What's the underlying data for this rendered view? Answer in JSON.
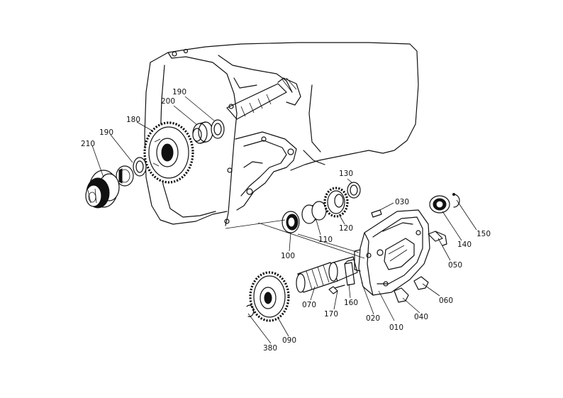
{
  "diagram": {
    "callouts": [
      {
        "id": "210",
        "text": "210"
      },
      {
        "id": "190a",
        "text": "190"
      },
      {
        "id": "180",
        "text": "180"
      },
      {
        "id": "200",
        "text": "200"
      },
      {
        "id": "190b",
        "text": "190"
      },
      {
        "id": "130",
        "text": "130"
      },
      {
        "id": "030",
        "text": "030"
      },
      {
        "id": "150",
        "text": "150"
      },
      {
        "id": "140",
        "text": "140"
      },
      {
        "id": "050",
        "text": "050"
      },
      {
        "id": "060",
        "text": "060"
      },
      {
        "id": "040",
        "text": "040"
      },
      {
        "id": "010",
        "text": "010"
      },
      {
        "id": "020",
        "text": "020"
      },
      {
        "id": "160",
        "text": "160"
      },
      {
        "id": "170",
        "text": "170"
      },
      {
        "id": "070",
        "text": "070"
      },
      {
        "id": "090",
        "text": "090"
      },
      {
        "id": "380",
        "text": "380"
      },
      {
        "id": "100",
        "text": "100"
      },
      {
        "id": "110",
        "text": "110"
      },
      {
        "id": "120",
        "text": "120"
      }
    ]
  }
}
